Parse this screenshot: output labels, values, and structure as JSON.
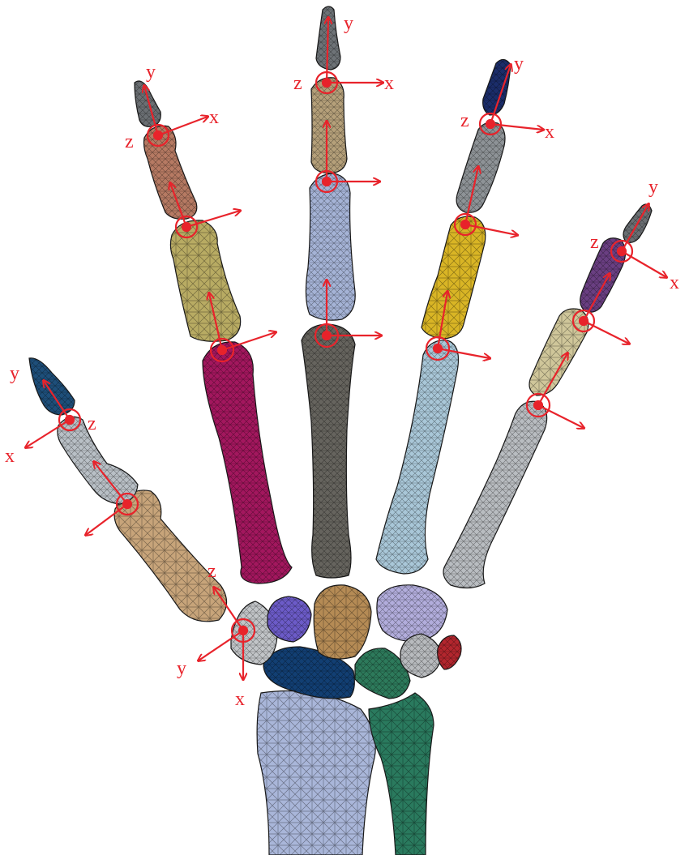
{
  "colors": {
    "axis": "#e8232b",
    "mesh_line": "#1a1a1a"
  },
  "axis_letters": {
    "x": "x",
    "y": "y",
    "z": "z"
  },
  "bones": [
    {
      "name": "thumb-distal-phalanx",
      "color": "#1e4f7a"
    },
    {
      "name": "thumb-proximal-phalanx",
      "color": "#b9c0c6"
    },
    {
      "name": "thumb-metacarpal",
      "color": "#c7a47a"
    },
    {
      "name": "index-distal-phalanx",
      "color": "#6b6f73"
    },
    {
      "name": "index-middle-phalanx",
      "color": "#b67a63"
    },
    {
      "name": "index-proximal-phalanx",
      "color": "#b8ab63"
    },
    {
      "name": "index-metacarpal",
      "color": "#a3175e"
    },
    {
      "name": "middle-distal-phalanx",
      "color": "#6e7377"
    },
    {
      "name": "middle-middle-phalanx",
      "color": "#b5a07a"
    },
    {
      "name": "middle-proximal-phalanx",
      "color": "#a5b3d6"
    },
    {
      "name": "middle-metacarpal",
      "color": "#66645e"
    },
    {
      "name": "ring-distal-phalanx",
      "color": "#1b2d6a"
    },
    {
      "name": "ring-middle-phalanx",
      "color": "#8e9397"
    },
    {
      "name": "ring-proximal-phalanx",
      "color": "#d9b525"
    },
    {
      "name": "ring-metacarpal",
      "color": "#a9c7d8"
    },
    {
      "name": "little-distal-phalanx",
      "color": "#6b6f73"
    },
    {
      "name": "little-middle-phalanx",
      "color": "#6a3f82"
    },
    {
      "name": "little-proximal-phalanx",
      "color": "#cfc69a"
    },
    {
      "name": "little-metacarpal",
      "color": "#b9bdc1"
    },
    {
      "name": "trapezium",
      "color": "#c2c5c8"
    },
    {
      "name": "trapezoid",
      "color": "#6c5bc8"
    },
    {
      "name": "capitate",
      "color": "#b58b55"
    },
    {
      "name": "hamate",
      "color": "#b2addc"
    },
    {
      "name": "triquetrum",
      "color": "#b8bbbe"
    },
    {
      "name": "pisiform",
      "color": "#b3262e"
    },
    {
      "name": "scaphoid",
      "color": "#123f73"
    },
    {
      "name": "lunate",
      "color": "#2d7a5b"
    },
    {
      "name": "radius",
      "color": "#a9b6d9"
    },
    {
      "name": "ulna",
      "color": "#2a7a5e"
    }
  ]
}
